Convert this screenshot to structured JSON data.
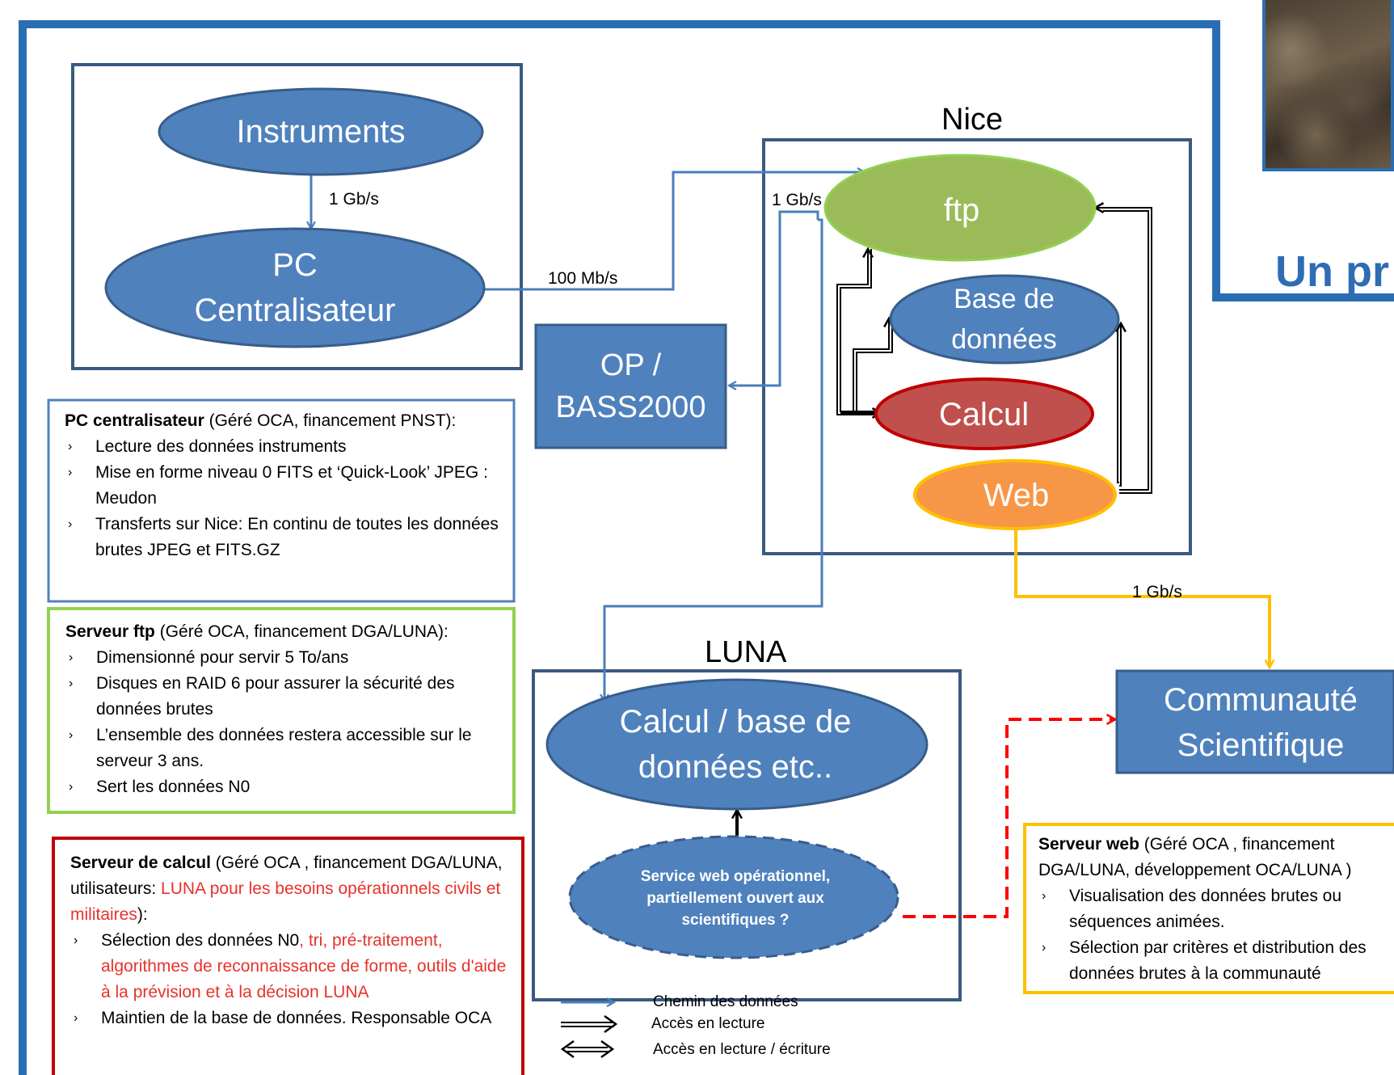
{
  "nodes": {
    "instruments": "Instruments",
    "pc": "PC Centralisateur",
    "op": "OP / BASS2000",
    "ftp": "ftp",
    "base": "Base de données",
    "calcul": "Calcul",
    "web": "Web",
    "luna_calc": "Calcul / base de données etc..",
    "service_web": "Service web opérationnel, partiellement ouvert aux scientifiques  ?",
    "communaute": "Communauté Scientifique"
  },
  "labels": {
    "nice": "Nice",
    "luna": "LUNA",
    "link_instr_pc": "1 Gb/s",
    "link_pc_nice": "100 Mb/s",
    "link_nice_in": "1 Gb/s",
    "link_web_comm": "1 Gb/s",
    "title_fragment": "Un pr"
  },
  "notes": {
    "pc": {
      "title": "PC centralisateur",
      "suffix": " (Géré OCA, financement PNST):",
      "items": [
        "Lecture des données instruments",
        "Mise en forme niveau 0  FITS et ‘Quick-Look’ JPEG : Meudon",
        "Transferts sur Nice: En continu de toutes les données brutes JPEG et FITS.GZ"
      ]
    },
    "ftp": {
      "title": "Serveur ftp",
      "suffix": " (Géré OCA, financement DGA/LUNA):",
      "items": [
        "Dimensionné pour servir 5 To/ans",
        "Disques en RAID 6 pour assurer la sécurité des données brutes",
        "L’ensemble des données restera accessible sur le serveur 3 ans.",
        "Sert les données N0"
      ]
    },
    "calcul": {
      "title": "Serveur de calcul",
      "suffix": " (Géré OCA , financement DGA/LUNA, utilisateurs: ",
      "red_part": "LUNA  pour les besoins opérationnels civils et militaires",
      "suffix_end": "):",
      "item1_black": "Sélection  des données N0",
      "item1_red": ", tri, pré-traitement, algorithmes de reconnaissance de forme, outils d'aide à la prévision et à la décision LUNA",
      "item2": "Maintien de la base de données. Responsable OCA"
    },
    "web": {
      "title": "Serveur web",
      "suffix": "  (Géré OCA , financement DGA/LUNA, développement OCA/LUNA )",
      "items": [
        "Visualisation des données brutes ou séquences animées.",
        "Sélection par critères et distribution des données brutes à la communauté scientifique, et des logiciels IDL de base"
      ]
    }
  },
  "legend": {
    "data_path": "Chemin des données",
    "read": "Accès en lecture",
    "read_write": "Accès en lecture / écriture"
  },
  "colors": {
    "frame_blue": "#2b6db3",
    "node_blue": "#4f81bd",
    "node_dark": "#385d8a",
    "box_border": "#3a5a80",
    "ftp_green": "#9bbb59",
    "calc_red": "#c0504d",
    "web_orange": "#f79646",
    "link_yellow": "#ffc000",
    "dashed_red": "#ff0000",
    "note_green": "#92d050",
    "note_red": "#c00000"
  }
}
